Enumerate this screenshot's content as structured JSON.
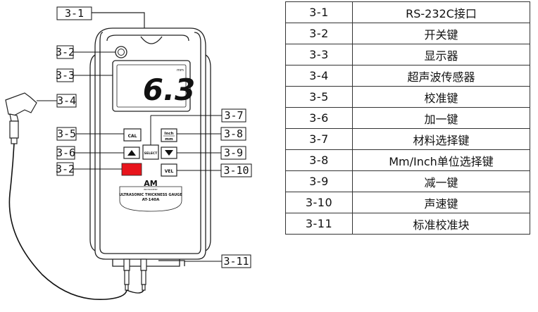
{
  "device": {
    "display_value": "6.3",
    "display_unit": "mm",
    "brand": "AM",
    "brand_sub": "INSTRUMENT",
    "model_line": "ULTRASONIC THICKNESS GAUGE",
    "model_number": "AT-140A",
    "buttons": {
      "cal": "CAL",
      "select": "SELECT",
      "inch_line1": "Inch",
      "inch_line2": "mm",
      "vel": "VEL"
    }
  },
  "callouts": {
    "c1": "3-1",
    "c2a": "3-2",
    "c3": "3-3",
    "c4": "3-4",
    "c5": "3-5",
    "c6": "3-6",
    "c2b": "3-2",
    "c7": "3-7",
    "c8": "3-8",
    "c9": "3-9",
    "c10": "3-10",
    "c11": "3-11"
  },
  "legend": [
    {
      "code": "3-1",
      "label": "RS-232C接口"
    },
    {
      "code": "3-2",
      "label": "开关键"
    },
    {
      "code": "3-3",
      "label": "显示器"
    },
    {
      "code": "3-4",
      "label": "超声波传感器"
    },
    {
      "code": "3-5",
      "label": "校准键"
    },
    {
      "code": "3-6",
      "label": "加一键"
    },
    {
      "code": "3-7",
      "label": "材料选择键"
    },
    {
      "code": "3-8",
      "label": "Mm/Inch单位选择键"
    },
    {
      "code": "3-9",
      "label": "减一键"
    },
    {
      "code": "3-10",
      "label": "声速键"
    },
    {
      "code": "3-11",
      "label": "标准校准块"
    }
  ],
  "colors": {
    "power_button": "#e8141c",
    "outline": "#222222"
  }
}
